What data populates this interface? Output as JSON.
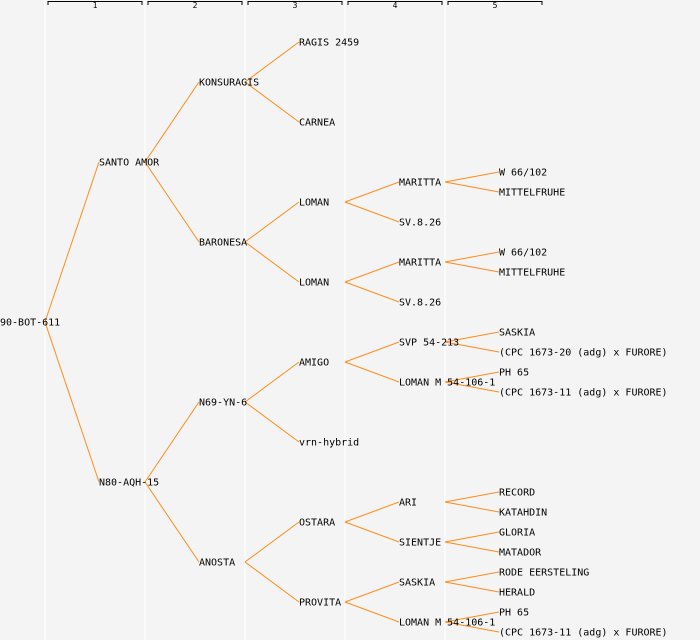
{
  "generations": [
    "1",
    "2",
    "3",
    "4",
    "5"
  ],
  "colors": {
    "line": "#ff8c1a",
    "background": "#f4f4f4",
    "separator": "#ffffff",
    "text": "#000000"
  },
  "pedigree": {
    "name": "90-BOT-611",
    "parents": [
      {
        "name": "SANTO AMOR",
        "parents": [
          {
            "name": "KONSURAGIS",
            "parents": [
              {
                "name": "RAGIS 2459",
                "parents": [
                  null,
                  null
                ]
              },
              {
                "name": "CARNEA",
                "parents": [
                  null,
                  null
                ]
              }
            ]
          },
          {
            "name": "BARONESA",
            "parents": [
              {
                "name": "LOMAN",
                "parents": [
                  {
                    "name": "MARITTA",
                    "parents": [
                      {
                        "name": "W 66/102"
                      },
                      {
                        "name": "MITTELFRUHE"
                      }
                    ]
                  },
                  {
                    "name": "SV.8.26",
                    "parents": [
                      null,
                      null
                    ]
                  }
                ]
              },
              {
                "name": "LOMAN",
                "parents": [
                  {
                    "name": "MARITTA",
                    "parents": [
                      {
                        "name": "W 66/102"
                      },
                      {
                        "name": "MITTELFRUHE"
                      }
                    ]
                  },
                  {
                    "name": "SV.8.26",
                    "parents": [
                      null,
                      null
                    ]
                  }
                ]
              }
            ]
          }
        ]
      },
      {
        "name": "N80-AQH-15",
        "parents": [
          {
            "name": "N69-YN-6",
            "parents": [
              {
                "name": "AMIGO",
                "parents": [
                  {
                    "name": "SVP 54-213",
                    "parents": [
                      {
                        "name": "SASKIA"
                      },
                      {
                        "name": "(CPC 1673-20 (adg) x FURORE)"
                      }
                    ]
                  },
                  {
                    "name": "LOMAN M 54-106-1",
                    "parents": [
                      {
                        "name": "PH 65"
                      },
                      {
                        "name": "(CPC 1673-11 (adg) x FURORE)"
                      }
                    ]
                  }
                ]
              },
              {
                "name": "vrn-hybrid",
                "parents": [
                  null,
                  null
                ]
              }
            ]
          },
          {
            "name": "ANOSTA",
            "parents": [
              {
                "name": "OSTARA",
                "parents": [
                  {
                    "name": "ARI",
                    "parents": [
                      {
                        "name": "RECORD"
                      },
                      {
                        "name": "KATAHDIN"
                      }
                    ]
                  },
                  {
                    "name": "SIENTJE",
                    "parents": [
                      {
                        "name": "GLORIA"
                      },
                      {
                        "name": "MATADOR"
                      }
                    ]
                  }
                ]
              },
              {
                "name": "PROVITA",
                "parents": [
                  {
                    "name": "SASKIA",
                    "parents": [
                      {
                        "name": "RODE EERSTELING"
                      },
                      {
                        "name": "HERALD"
                      }
                    ]
                  },
                  {
                    "name": "LOMAN M 54-106-1",
                    "parents": [
                      {
                        "name": "PH 65"
                      },
                      {
                        "name": "(CPC 1673-11 (adg) x FURORE)"
                      }
                    ]
                  }
                ]
              }
            ]
          }
        ]
      }
    ]
  }
}
